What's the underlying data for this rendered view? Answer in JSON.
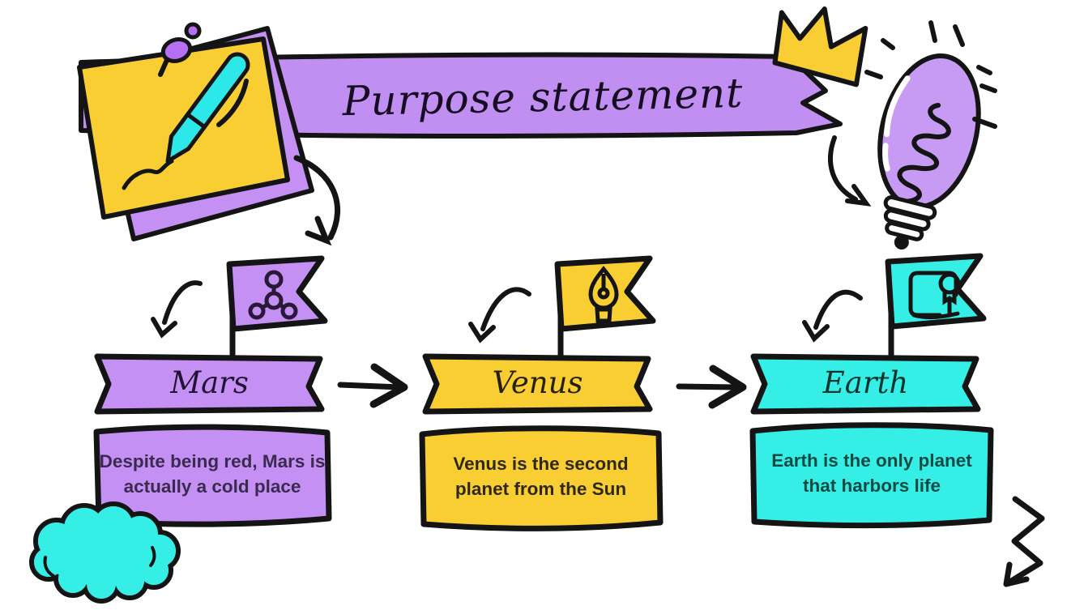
{
  "slide": {
    "title": "Purpose statement",
    "background": "#ffffff",
    "outline_color": "#141414",
    "palette": {
      "purple": "#c490f3",
      "yellow": "#f9ce32",
      "cyan": "#35efe7"
    }
  },
  "decorations": [
    {
      "name": "sticky-note-icon",
      "colors": [
        "#f9ce32",
        "#c490f3"
      ]
    },
    {
      "name": "pushpin-icon",
      "color": "#b66ff0"
    },
    {
      "name": "pen-icon",
      "color": "#2de8e8"
    },
    {
      "name": "crown-icon",
      "color": "#f9ce32"
    },
    {
      "name": "light-bulb-icon",
      "color": "#c79bf4"
    },
    {
      "name": "cloud-icon",
      "color": "#35efe7"
    },
    {
      "name": "squiggle-arrow-icon",
      "color": "#141414"
    }
  ],
  "planets": [
    {
      "name": "Mars",
      "fact": "Despite being red, Mars is actually a cold place",
      "color": "#c490f3",
      "text_color": "#3a2a50",
      "flag_icon": "molecule-icon"
    },
    {
      "name": "Venus",
      "fact": "Venus is the second planet from the Sun",
      "color": "#f9ce32",
      "text_color": "#2f2817",
      "flag_icon": "pen-nib-icon"
    },
    {
      "name": "Earth",
      "fact": "Earth is the only planet that harbors life",
      "color": "#35efe7",
      "text_color": "#0d4a44",
      "flag_icon": "certificate-icon"
    }
  ]
}
